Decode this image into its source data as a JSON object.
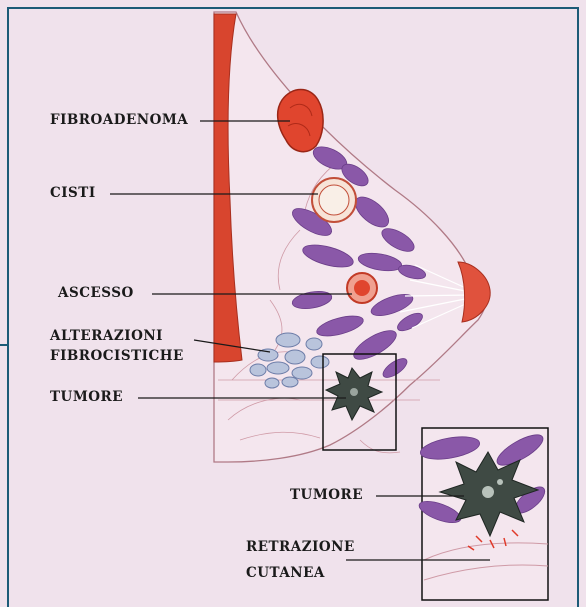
{
  "colors": {
    "background": "#f0e2ec",
    "frame": "#1c5b77",
    "muscle": "#d8452e",
    "lobules": "#8a58a8",
    "tumor": "#3f4a44",
    "cyst": "#b9c4dc"
  },
  "labels": {
    "fibroadenoma": "FIBROADENOMA",
    "cisti": "CISTI",
    "ascesso": "ASCESSO",
    "alterazioni_line1": "ALTERAZIONI",
    "alterazioni_line2": "FIBROCISTICHE",
    "tumore": "TUMORE",
    "inset_tumore": "TUMORE",
    "retrazione_line1": "RETRAZIONE",
    "retrazione_line2": "CUTANEA"
  }
}
